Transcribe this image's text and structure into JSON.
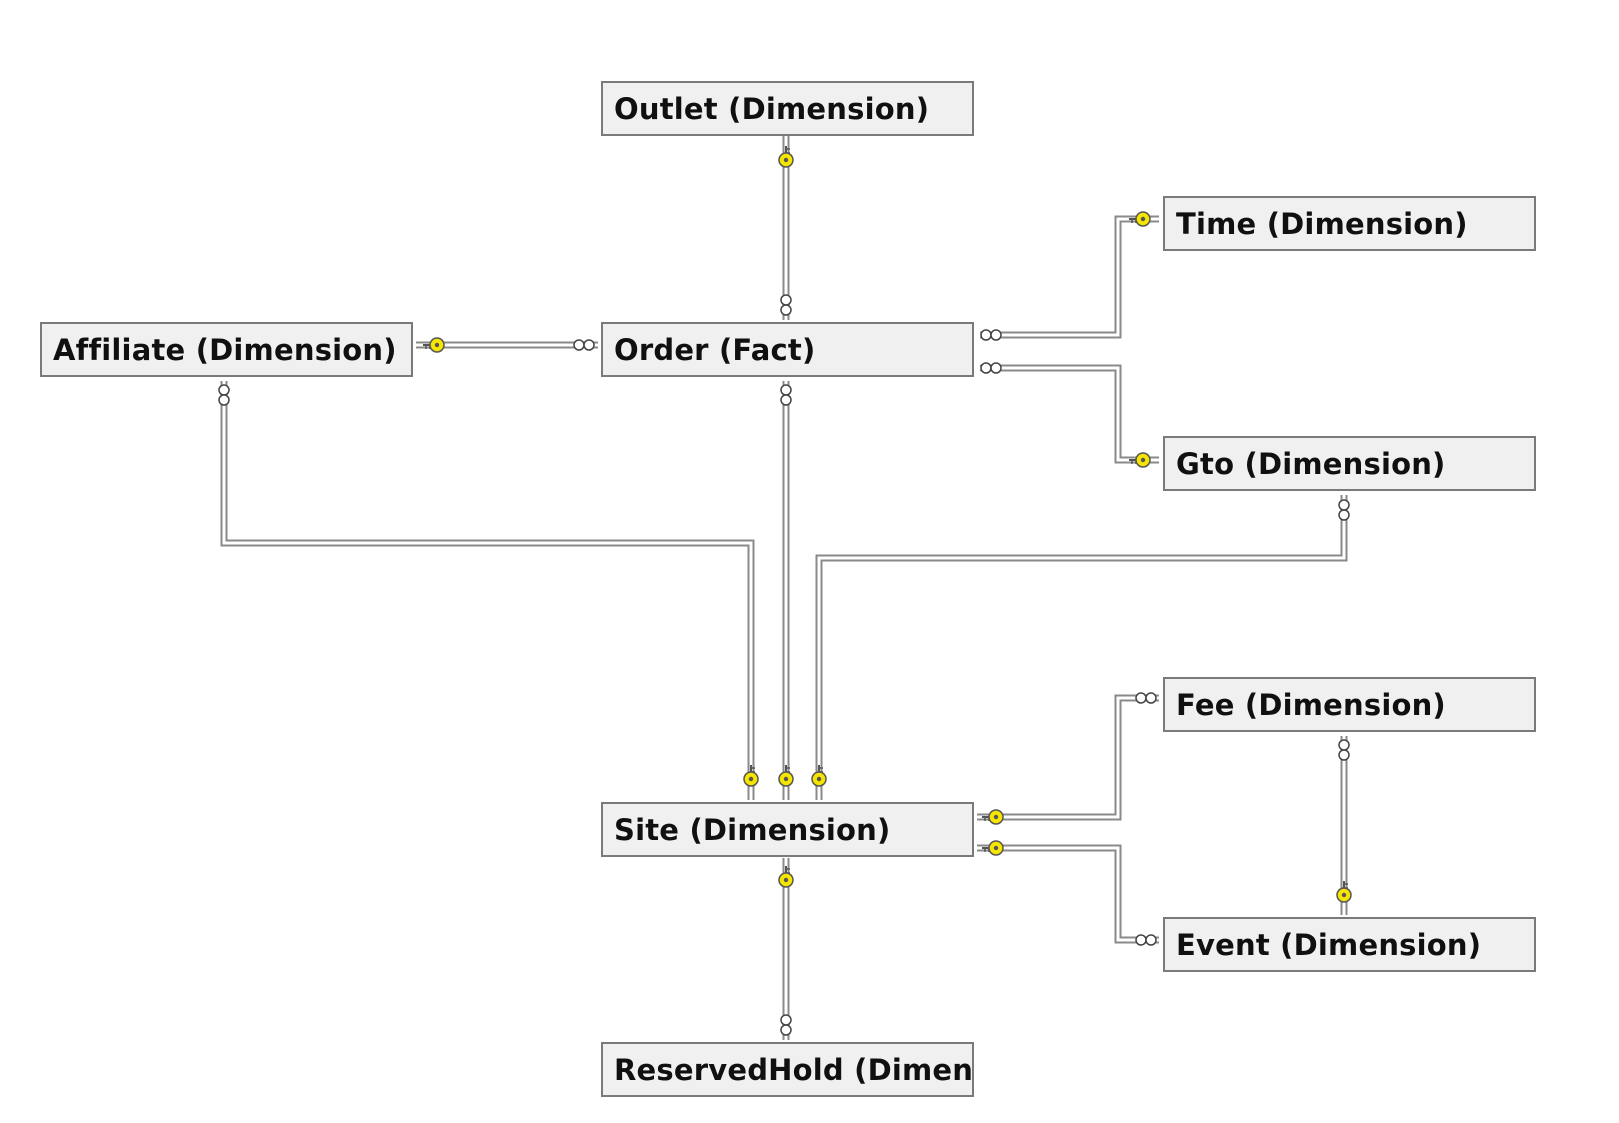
{
  "diagram": {
    "entities": [
      {
        "id": "outlet",
        "label": "Outlet (Dimension)"
      },
      {
        "id": "time",
        "label": "Time (Dimension)"
      },
      {
        "id": "affiliate",
        "label": "Affiliate (Dimension)"
      },
      {
        "id": "order",
        "label": "Order (Fact)"
      },
      {
        "id": "gto",
        "label": "Gto (Dimension)"
      },
      {
        "id": "fee",
        "label": "Fee (Dimension)"
      },
      {
        "id": "site",
        "label": "Site (Dimension)"
      },
      {
        "id": "event",
        "label": "Event (Dimension)"
      },
      {
        "id": "reservedhold",
        "label": "ReservedHold (Dimensi"
      }
    ],
    "relationships": [
      {
        "name": "outlet-order",
        "from": "outlet",
        "to": "order",
        "from_end": "key",
        "to_end": "many"
      },
      {
        "name": "time-order",
        "from": "time",
        "to": "order",
        "from_end": "key",
        "to_end": "many"
      },
      {
        "name": "affiliate-order",
        "from": "affiliate",
        "to": "order",
        "from_end": "key",
        "to_end": "many"
      },
      {
        "name": "gto-order",
        "from": "gto",
        "to": "order",
        "from_end": "key",
        "to_end": "many"
      },
      {
        "name": "site-affiliate",
        "from": "site",
        "to": "affiliate",
        "from_end": "key",
        "to_end": "many"
      },
      {
        "name": "site-order",
        "from": "site",
        "to": "order",
        "from_end": "key",
        "to_end": "many"
      },
      {
        "name": "site-gto",
        "from": "site",
        "to": "gto",
        "from_end": "key",
        "to_end": "many"
      },
      {
        "name": "site-fee",
        "from": "site",
        "to": "fee",
        "from_end": "key",
        "to_end": "many"
      },
      {
        "name": "site-event",
        "from": "site",
        "to": "event",
        "from_end": "key",
        "to_end": "many"
      },
      {
        "name": "event-fee",
        "from": "event",
        "to": "fee",
        "from_end": "key",
        "to_end": "many"
      },
      {
        "name": "site-reservedhold",
        "from": "site",
        "to": "reservedhold",
        "from_end": "key",
        "to_end": "many"
      }
    ],
    "colors": {
      "entity_fill": "#f0f0f0",
      "entity_border": "#7a7a7a",
      "line": "#8a8a8a",
      "key": "#f5e500",
      "key_outline": "#555555"
    }
  }
}
